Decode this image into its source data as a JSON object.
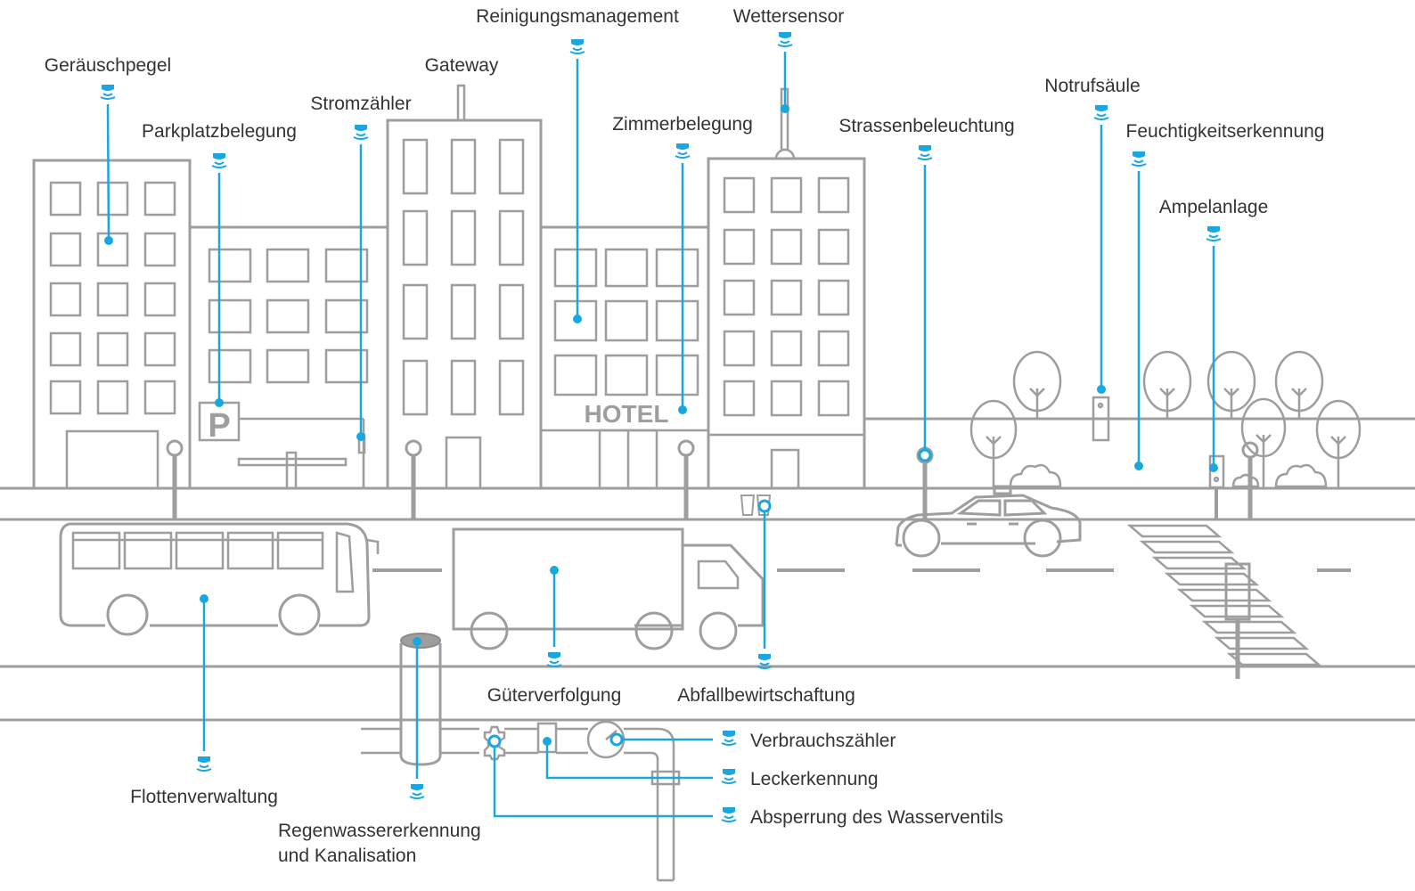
{
  "colors": {
    "outline": "#9e9e9e",
    "accent": "#1aa7e0",
    "text": "#333333"
  },
  "icons": {
    "sensor": "sensor-wave-icon"
  },
  "building_sign": "HOTEL",
  "parking_sign": "P",
  "labels": {
    "geraeuschpegel": "Geräuschpegel",
    "parkplatzbelegung": "Parkplatzbelegung",
    "stromzaehler": "Stromzähler",
    "gateway": "Gateway",
    "reinigungsmanagement": "Reinigungsmanagement",
    "zimmerbelegung": "Zimmerbelegung",
    "wettersensor": "Wettersensor",
    "strassenbeleuchtung": "Strassenbeleuchtung",
    "notrufsaeule": "Notrufsäule",
    "feuchtigkeitserkennung": "Feuchtigkeitserkennung",
    "ampelanlage": "Ampelanlage",
    "flottenverwaltung": "Flottenverwaltung",
    "gueterverfolgung": "Güterverfolgung",
    "abfallbewirtschaftung": "Abfallbewirtschaftung",
    "regenwasser_line1": "Regenwassererkennung",
    "regenwasser_line2": "und Kanalisation",
    "verbrauchszaehler": "Verbrauchszähler",
    "leckerkennung": "Leckerkennung",
    "absperrung": "Absperrung des Wasserventils"
  }
}
